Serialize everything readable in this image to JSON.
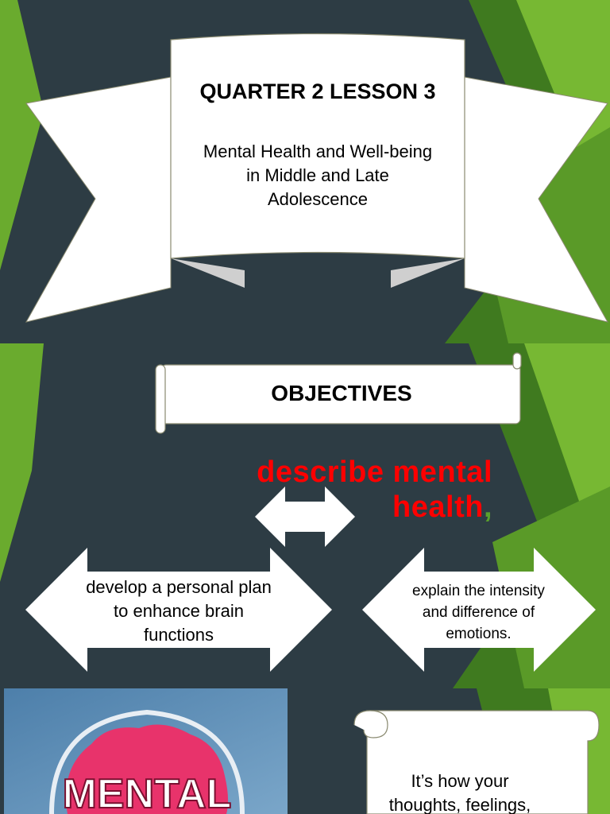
{
  "slide1": {
    "title": "QUARTER 2 LESSON 3",
    "subtitle_lines": [
      "Mental Health and Well-being",
      "in Middle and Late",
      "Adolescence"
    ]
  },
  "slide2": {
    "heading": "OBJECTIVES",
    "objective_1_lines": [
      "describe mental",
      "health"
    ],
    "objective_1_punct": ",",
    "objective_2_lines": [
      "develop a personal plan",
      "to enhance brain",
      "functions"
    ],
    "objective_3_lines": [
      "explain the intensity",
      "and difference of",
      "emotions."
    ]
  },
  "slide3": {
    "image_text": "MENTAL",
    "definition_lines": [
      "It’s how your",
      "thoughts, feelings,"
    ]
  },
  "colors": {
    "background": "#2d3c44",
    "green_accent": "#6aab2e",
    "objective_red": "#ff0000"
  }
}
